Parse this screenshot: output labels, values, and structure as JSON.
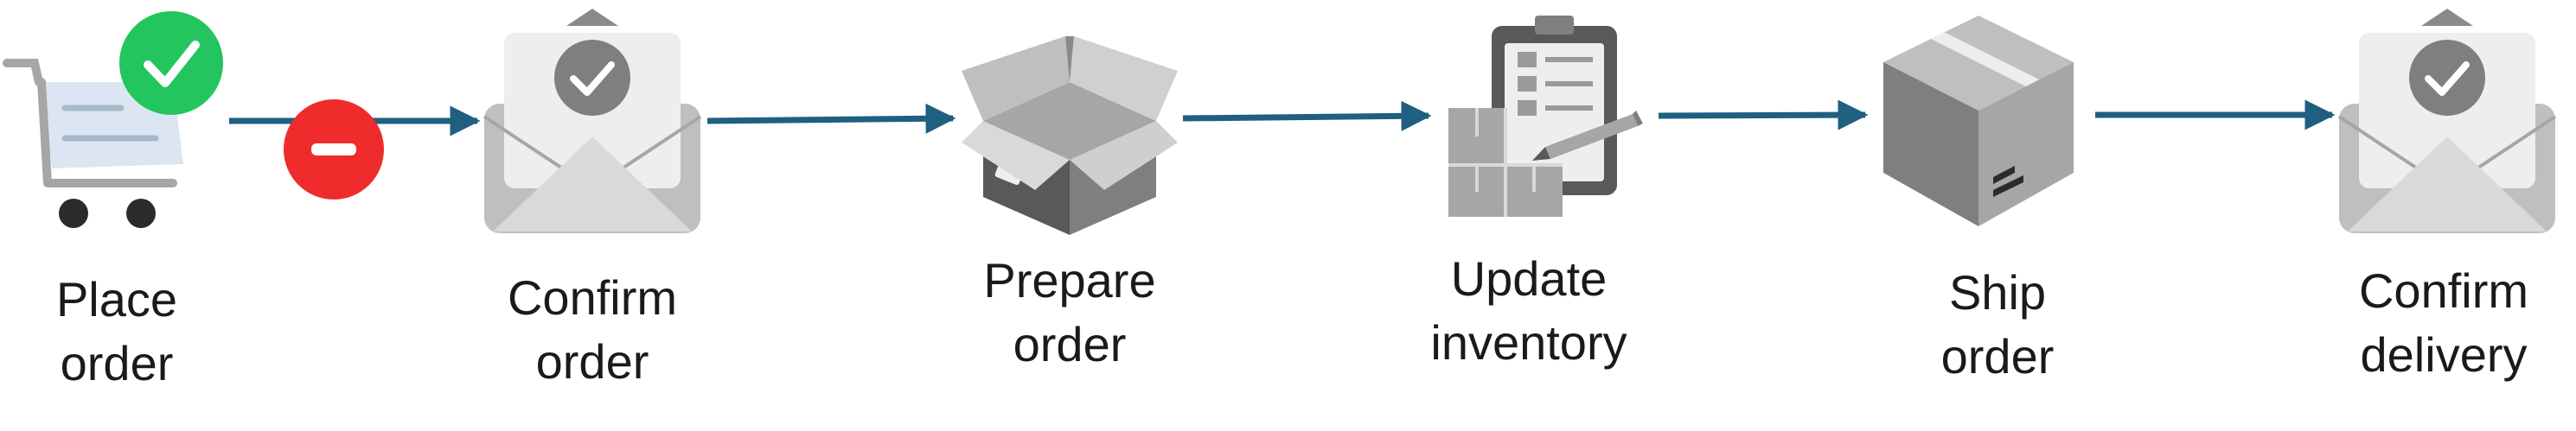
{
  "steps": [
    {
      "line1": "Place",
      "line2": "order",
      "icon": "shopping-cart-icon",
      "status": "complete"
    },
    {
      "line1": "Confirm",
      "line2": "order",
      "icon": "envelope-check-icon"
    },
    {
      "line1": "Prepare",
      "line2": "order",
      "icon": "open-box-icon"
    },
    {
      "line1": "Update",
      "line2": "inventory",
      "icon": "clipboard-boxes-icon"
    },
    {
      "line1": "Ship",
      "line2": "order",
      "icon": "sealed-box-icon"
    },
    {
      "line1": "Confirm",
      "line2": "delivery",
      "icon": "envelope-check-icon"
    }
  ],
  "badges": {
    "complete": {
      "icon": "check-badge-icon",
      "color": "#22c55e"
    },
    "blocked": {
      "icon": "minus-badge-icon",
      "color": "#ef2b2b"
    }
  },
  "colors": {
    "arrow": "#1f5f7f",
    "icon_dark": "#7f7f7f",
    "icon_mid": "#a6a6a6",
    "icon_light": "#d9d9d9",
    "cart_blue": "#dce6f2"
  }
}
